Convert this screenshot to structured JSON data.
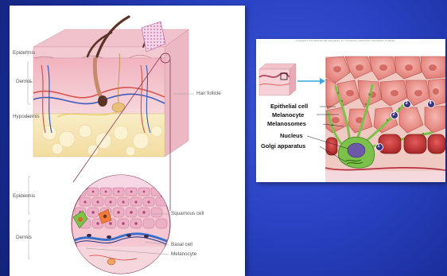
{
  "left_figure": {
    "labels": {
      "epidermis_top": "Epidermis",
      "dermis_top": "Dermis",
      "hypodermis": "Hypodermis",
      "hair_follicle": "Hair follicle",
      "epidermis_bottom": "Epidermis",
      "dermis_bottom": "Dermis",
      "squamous_cell": "Squamous cell",
      "basal_cell": "Basal cell",
      "melanocyte": "Melanocyte"
    }
  },
  "right_figure": {
    "copyright": "Copyright © The McGraw-Hill Companies, Inc. Permission required for reproduction or display.",
    "labels": {
      "epithelial_cell": "Epithelial cell",
      "melanocyte": "Melanocyte",
      "melanosomes": "Melanosomes",
      "nucleus": "Nucleus",
      "golgi_apparatus": "Golgi apparatus"
    },
    "step_numbers": [
      "1",
      "2",
      "3",
      "4"
    ]
  },
  "colors": {
    "background": "#2a43c4",
    "skin_pink": "#f3c9cf",
    "hypodermis_yellow": "#f6e7b0",
    "hair_brown": "#5a3426",
    "cell_red": "#d9534f",
    "melanocyte_green": "#7cc24a"
  }
}
